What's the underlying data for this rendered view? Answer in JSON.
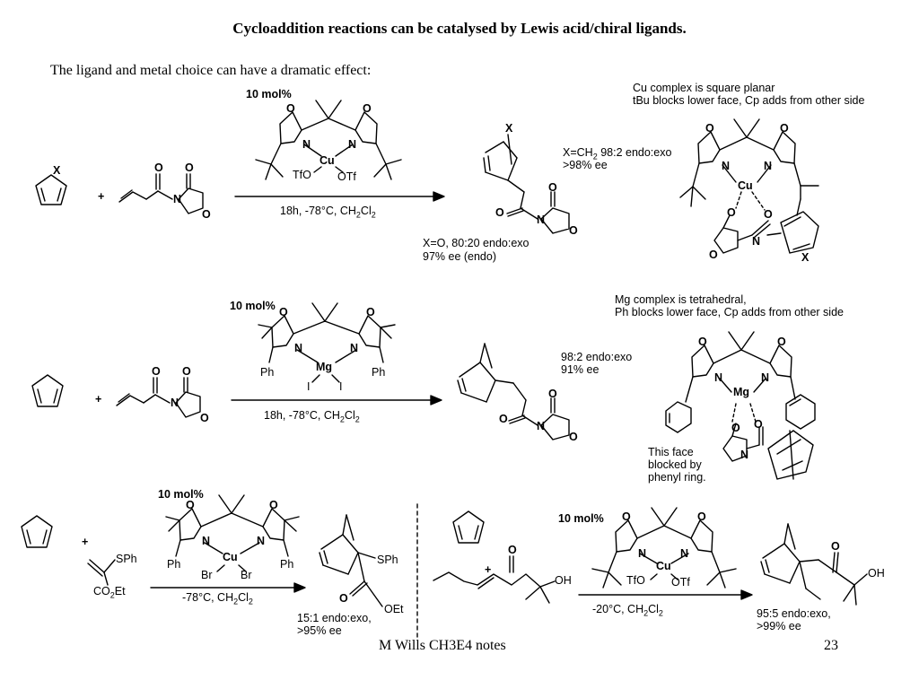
{
  "slide": {
    "title": "Cycloaddition reactions can be catalysed by Lewis acid/chiral ligands.",
    "subtitle": "The ligand and metal choice can have a dramatic effect:",
    "footer_left": "M Wills CH3E4 notes",
    "footer_right": "23"
  },
  "scheme1": {
    "loading": "10 mol%",
    "conditions": "18h, -78°C, CH2Cl2",
    "plus": "+",
    "heteroatom": "X",
    "catalyst_metal": "Cu",
    "counterion_left": "TfO",
    "counterion_right": "OTf",
    "result_ch2_line1": "X=CH2 98:2 endo:exo",
    "result_ch2_line2": ">98% ee",
    "result_o_line1": "X=O, 80:20 endo:exo",
    "result_o_line2": "97% ee (endo)",
    "note_line1": "Cu complex is square planar",
    "note_line2": "tBu blocks lower face, Cp adds from other side"
  },
  "scheme2": {
    "loading": "10 mol%",
    "conditions": "18h, -78°C, CH2Cl2",
    "plus": "+",
    "catalyst_metal": "Mg",
    "halide_left": "I",
    "halide_right": "I",
    "substituent_left": "Ph",
    "substituent_right": "Ph",
    "result_line1": "98:2 endo:exo",
    "result_line2": "91% ee",
    "note_line1": "Mg complex is tetrahedral,",
    "note_line2": "Ph blocks lower face, Cp adds from other side",
    "face_note_line1": "This face",
    "face_note_line2": "blocked by",
    "face_note_line3": "phenyl ring."
  },
  "scheme3": {
    "loading": "10 mol%",
    "conditions": "-78°C, CH2Cl2",
    "plus": "+",
    "catalyst_metal": "Cu",
    "halide_left": "Br",
    "halide_right": "Br",
    "substituent_left": "Ph",
    "substituent_right": "Ph",
    "dienophile_group1": "SPh",
    "dienophile_group2": "CO2Et",
    "product_group1": "SPh",
    "product_group2": "OEt",
    "result_line1": "15:1 endo:exo,",
    "result_line2": ">95% ee"
  },
  "scheme4": {
    "loading": "10 mol%",
    "conditions": "-20°C, CH2Cl2",
    "plus": "+",
    "catalyst_metal": "Cu",
    "counterion_left": "TfO",
    "counterion_right": "OTf",
    "hydroxyl": "OH",
    "result_line1": "95:5 endo:exo,",
    "result_line2": ">99% ee"
  }
}
